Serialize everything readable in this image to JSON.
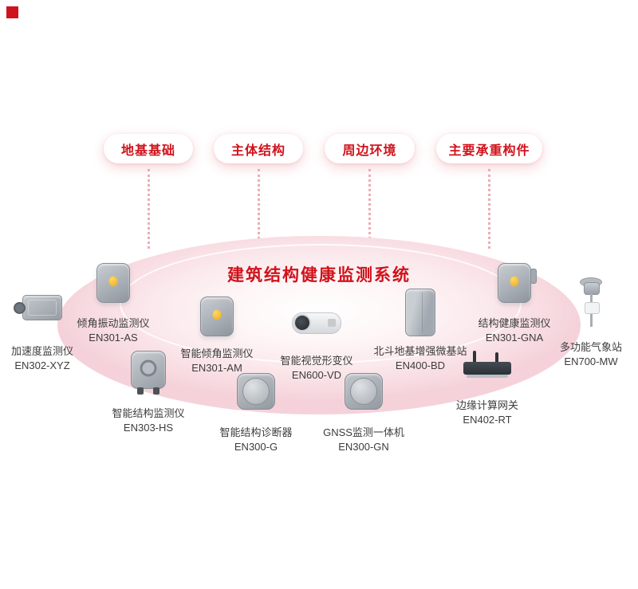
{
  "title": "建筑结构健康监测系统",
  "categories": [
    {
      "label": "地基基础"
    },
    {
      "label": "主体结构"
    },
    {
      "label": "周边环境"
    },
    {
      "label": "主要承重构件"
    }
  ],
  "devices": [
    {
      "name": "加速度监测仪",
      "model": "EN302-XYZ",
      "icon": "accelerometer-icon"
    },
    {
      "name": "倾角振动监测仪",
      "model": "EN301-AS",
      "icon": "tilt-vibration-sensor-icon"
    },
    {
      "name": "智能倾角监测仪",
      "model": "EN301-AM",
      "icon": "tilt-sensor-icon"
    },
    {
      "name": "智能视觉形变仪",
      "model": "EN600-VD",
      "icon": "vision-camera-icon"
    },
    {
      "name": "北斗地基增强微基站",
      "model": "EN400-BD",
      "icon": "beidou-base-station-icon"
    },
    {
      "name": "结构健康监测仪",
      "model": "EN301-GNA",
      "icon": "structural-health-sensor-icon"
    },
    {
      "name": "多功能气象站",
      "model": "EN700-MW",
      "icon": "weather-station-icon"
    },
    {
      "name": "智能结构监测仪",
      "model": "EN303-HS",
      "icon": "structural-monitor-icon"
    },
    {
      "name": "智能结构诊断器",
      "model": "EN300-G",
      "icon": "structural-diagnostic-icon"
    },
    {
      "name": "GNSS监测一体机",
      "model": "EN300-GN",
      "icon": "gnss-receiver-icon"
    },
    {
      "name": "边缘计算网关",
      "model": "EN402-RT",
      "icon": "edge-gateway-icon"
    }
  ],
  "colors": {
    "accent": "#d0121b",
    "ellipse_pink": "#f8dce2",
    "device_gray": "#aab0b7",
    "indicator_yellow": "#f2b83a"
  }
}
